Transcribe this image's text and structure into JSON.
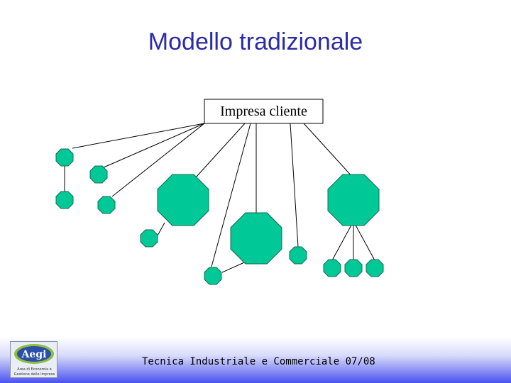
{
  "slide": {
    "title": "Modello tradizionale",
    "footer": "Tecnica Industriale e Commerciale 07/08"
  },
  "diagram": {
    "root": {
      "label": "Impresa cliente"
    },
    "node_color": "#00c896",
    "node_stroke": "#1a6b4f"
  },
  "logo": {
    "name": "Aegi",
    "line1": "Area di Economia e",
    "line2": "Gestione delle Imprese"
  },
  "colors": {
    "title": "#2b2ba8",
    "footer_gradient_end": "#4a52f0"
  }
}
